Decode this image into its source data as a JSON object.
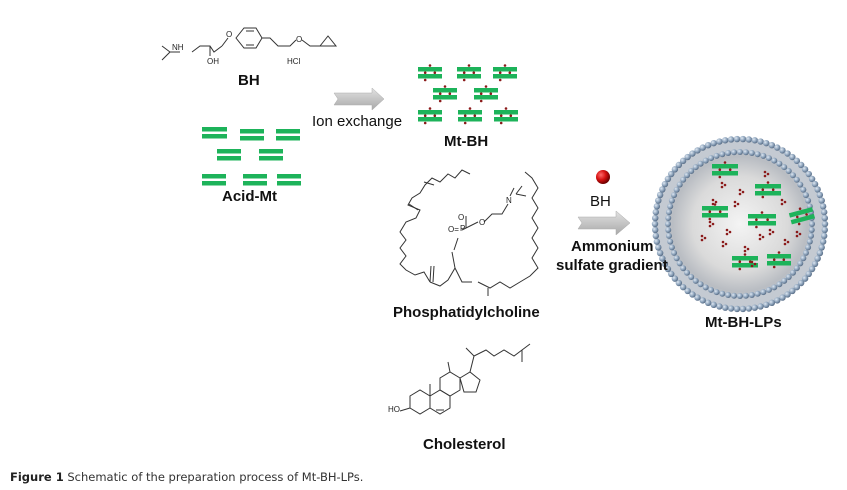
{
  "figure": {
    "caption_label": "Figure 1",
    "caption_text": "Schematic of the preparation process of Mt-BH-LPs."
  },
  "molecules": {
    "bh": {
      "label": "BH",
      "salt": "HCl",
      "atoms": {
        "nh": "NH",
        "oh": "OH",
        "o1": "O",
        "o2": "O"
      }
    },
    "phosphatidylcholine": {
      "label": "Phosphatidylcholine",
      "atoms": {
        "o_minus": "O",
        "p": "P",
        "o_double": "O=",
        "n_plus": "N",
        "o": "O"
      }
    },
    "cholesterol": {
      "label": "Cholesterol",
      "atoms": {
        "ho": "HO"
      }
    }
  },
  "materials": {
    "acid_mt": {
      "label": "Acid-Mt"
    },
    "mt_bh": {
      "label": "Mt-BH"
    },
    "mt_bh_lps": {
      "label": "Mt-BH-LPs"
    }
  },
  "steps": {
    "ion_exchange": {
      "label": "Ion exchange"
    },
    "loading": {
      "reagent": "BH",
      "label_line1": "Ammonium",
      "label_line2": "sulfate gradient"
    }
  },
  "colors": {
    "clay_green": "#1db35a",
    "drug_red": "#8b1a1a",
    "arrow_gray": "#c8c8c8",
    "lipid_blue": "#8aa0b8",
    "bead_red": "#d01010"
  }
}
